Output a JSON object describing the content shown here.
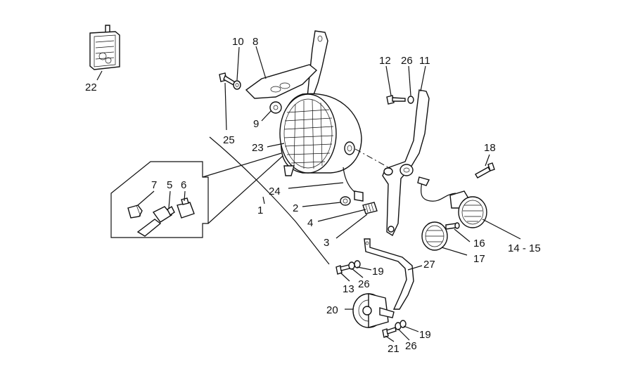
{
  "labels": {
    "p1": "1",
    "p2": "2",
    "p3": "3",
    "p4": "4",
    "p5": "5",
    "p6": "6",
    "p7": "7",
    "p8": "8",
    "p9": "9",
    "p10": "10",
    "p11": "11",
    "p12": "12",
    "p13": "13",
    "p1415": "14 - 15",
    "p16": "16",
    "p17": "17",
    "p18": "18",
    "p19a": "19",
    "p19b": "19",
    "p20": "20",
    "p21": "21",
    "p22": "22",
    "p23": "23",
    "p24": "24",
    "p25": "25",
    "p26a": "26",
    "p26b": "26",
    "p26c": "26",
    "p27": "27"
  },
  "colors": {
    "line": "#111111",
    "background": "#ffffff",
    "part_fill": "#ffffff"
  }
}
